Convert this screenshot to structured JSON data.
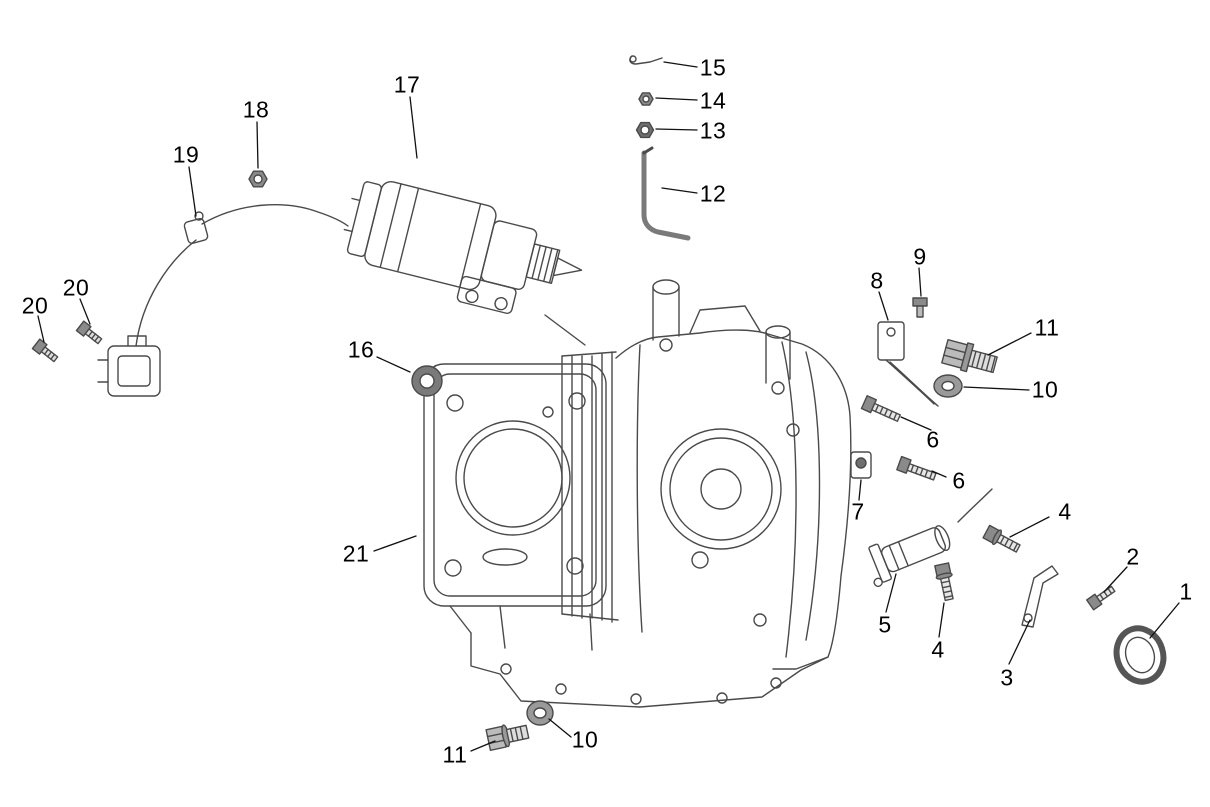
{
  "figure": {
    "kind": "exploded-parts-diagram",
    "subject_icon": "engine-crankcase-assembly-diagram",
    "background": "#ffffff",
    "line_color": "#4a4a4a",
    "label_color": "#000000"
  },
  "callouts": [
    {
      "label": "17"
    },
    {
      "label": "18"
    },
    {
      "label": "19"
    },
    {
      "label": "15"
    },
    {
      "label": "14"
    },
    {
      "label": "13"
    },
    {
      "label": "12"
    },
    {
      "label": "20"
    },
    {
      "label": "20"
    },
    {
      "label": "16"
    },
    {
      "label": "9"
    },
    {
      "label": "8"
    },
    {
      "label": "11"
    },
    {
      "label": "10"
    },
    {
      "label": "6"
    },
    {
      "label": "6"
    },
    {
      "label": "7"
    },
    {
      "label": "4"
    },
    {
      "label": "2"
    },
    {
      "label": "1"
    },
    {
      "label": "21"
    },
    {
      "label": "5"
    },
    {
      "label": "4"
    },
    {
      "label": "3"
    },
    {
      "label": "11"
    },
    {
      "label": "10"
    }
  ],
  "parts": [
    {
      "callout": "1",
      "icon": "seal-ring-icon"
    },
    {
      "callout": "2",
      "icon": "hex-bolt-icon"
    },
    {
      "callout": "3",
      "icon": "bracket-strap-icon"
    },
    {
      "callout": "4",
      "icon": "hex-flange-bolt-icon"
    },
    {
      "callout": "5",
      "icon": "solenoid-icon"
    },
    {
      "callout": "6",
      "icon": "screw-icon"
    },
    {
      "callout": "7",
      "icon": "spacer-block-icon"
    },
    {
      "callout": "8",
      "icon": "bracket-plate-icon"
    },
    {
      "callout": "9",
      "icon": "small-bolt-icon"
    },
    {
      "callout": "10",
      "icon": "washer-icon"
    },
    {
      "callout": "11",
      "icon": "drain-plug-bolt-icon"
    },
    {
      "callout": "12",
      "icon": "bent-rod-icon"
    },
    {
      "callout": "13",
      "icon": "nut-icon"
    },
    {
      "callout": "14",
      "icon": "nut-icon"
    },
    {
      "callout": "15",
      "icon": "clip-pin-icon"
    },
    {
      "callout": "16",
      "icon": "bushing-icon"
    },
    {
      "callout": "17",
      "icon": "starter-motor-icon"
    },
    {
      "callout": "18",
      "icon": "nut-icon"
    },
    {
      "callout": "19",
      "icon": "pickup-coil-icon"
    },
    {
      "callout": "20",
      "icon": "bolt-icon"
    },
    {
      "callout": "21",
      "icon": "cylinder-block-icon"
    }
  ]
}
